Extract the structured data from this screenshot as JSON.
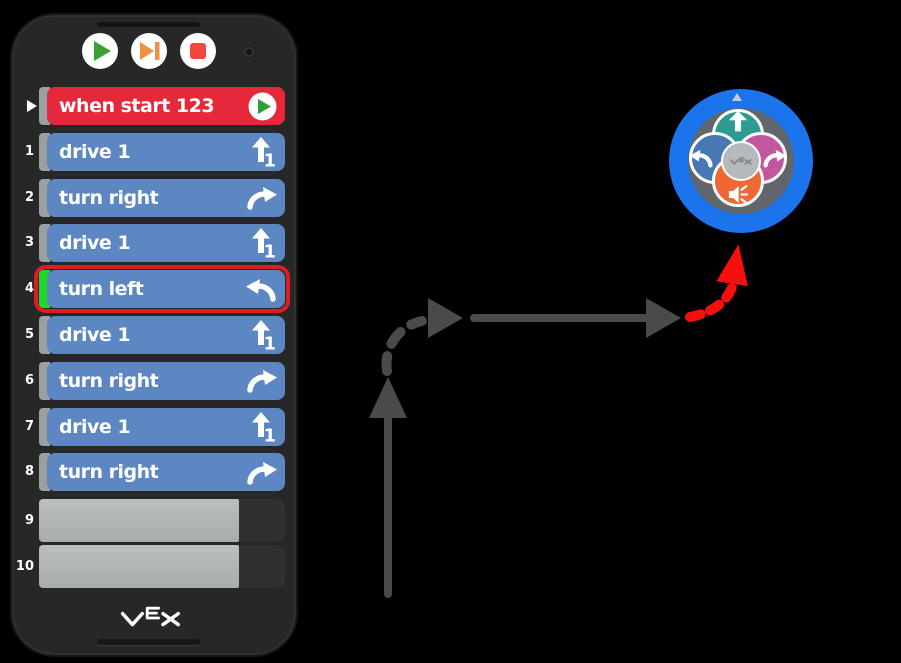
{
  "coder": {
    "toolbar": {
      "play_button": "play",
      "step_button": "step",
      "stop_button": "stop"
    },
    "logo_text": "vEx",
    "rows": [
      {
        "index": "",
        "pointer": true,
        "label": "when start 123",
        "kind": "start",
        "icon": "play-circle-icon"
      },
      {
        "index": "1",
        "label": "drive 1",
        "kind": "command",
        "icon": "drive-forward-icon"
      },
      {
        "index": "2",
        "label": "turn right",
        "kind": "command",
        "icon": "turn-right-icon"
      },
      {
        "index": "3",
        "label": "drive 1",
        "kind": "command",
        "icon": "drive-forward-icon"
      },
      {
        "index": "4",
        "label": "turn left",
        "kind": "command",
        "icon": "turn-left-icon",
        "selected": true
      },
      {
        "index": "5",
        "label": "drive 1",
        "kind": "command",
        "icon": "drive-forward-icon"
      },
      {
        "index": "6",
        "label": "turn right",
        "kind": "command",
        "icon": "turn-right-icon"
      },
      {
        "index": "7",
        "label": "drive 1",
        "kind": "command",
        "icon": "drive-forward-icon"
      },
      {
        "index": "8",
        "label": "turn right",
        "kind": "command",
        "icon": "turn-right-icon"
      },
      {
        "index": "9",
        "label": "",
        "kind": "empty"
      },
      {
        "index": "10",
        "label": "",
        "kind": "empty"
      }
    ],
    "colors": {
      "start_block": "#e5293b",
      "command_block": "#5c87c2",
      "empty_slot": "#b2b6b3",
      "selected_border": "#dd1d25",
      "selected_strip": "#1fd828",
      "connector": "#9ba1a3",
      "play_icon": "#3ba136",
      "step_icon": "#f09040",
      "stop_icon": "#f4473e"
    }
  },
  "robot_pad": {
    "center_label": "vEx",
    "petals": [
      {
        "name": "drive-forward",
        "icon": "up-arrow-icon",
        "color": "#2d9b8f",
        "pos": "top"
      },
      {
        "name": "turn-left",
        "icon": "turn-left-icon",
        "color": "#4878b4",
        "pos": "left"
      },
      {
        "name": "turn-right",
        "icon": "turn-right-icon",
        "color": "#c2569f",
        "pos": "right"
      },
      {
        "name": "sound",
        "icon": "speaker-icon",
        "color": "#ee6836",
        "pos": "bottom"
      }
    ],
    "colors": {
      "ring": "#1b74ec",
      "clover": "#61666c",
      "center": "#b7babd",
      "logo": "#84888b"
    }
  },
  "flow": {
    "path_color": "#4a4a4a",
    "highlight_color": "#f50f0f"
  }
}
